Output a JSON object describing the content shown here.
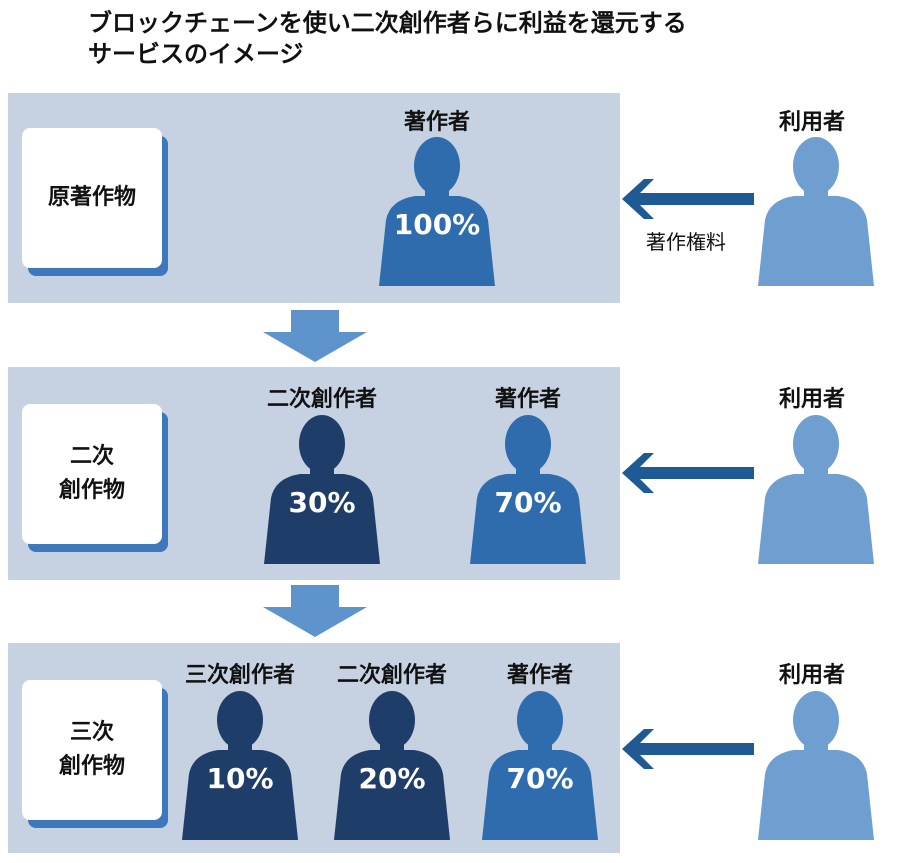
{
  "title_line1": "ブロックチェーンを使い二次創作者らに利益を還元する",
  "title_line2": "サービスのイメージ",
  "colors": {
    "panel": "#c6d1e2",
    "author": "#2f6cae",
    "creator": "#1f3d69",
    "user": "#6f9fd1",
    "arrow": "#1f5a95",
    "down_arrow": "#5f93cc"
  },
  "rows": [
    {
      "work": "原著作物",
      "people": [
        {
          "label": "著作者",
          "percent": "100%"
        }
      ],
      "user": "利用者",
      "fee": "著作権料"
    },
    {
      "work_line1": "二次",
      "work_line2": "創作物",
      "people": [
        {
          "label": "二次創作者",
          "percent": "30%"
        },
        {
          "label": "著作者",
          "percent": "70%"
        }
      ],
      "user": "利用者"
    },
    {
      "work_line1": "三次",
      "work_line2": "創作物",
      "people": [
        {
          "label": "三次創作者",
          "percent": "10%"
        },
        {
          "label": "二次創作者",
          "percent": "20%"
        },
        {
          "label": "著作者",
          "percent": "70%"
        }
      ],
      "user": "利用者"
    }
  ]
}
